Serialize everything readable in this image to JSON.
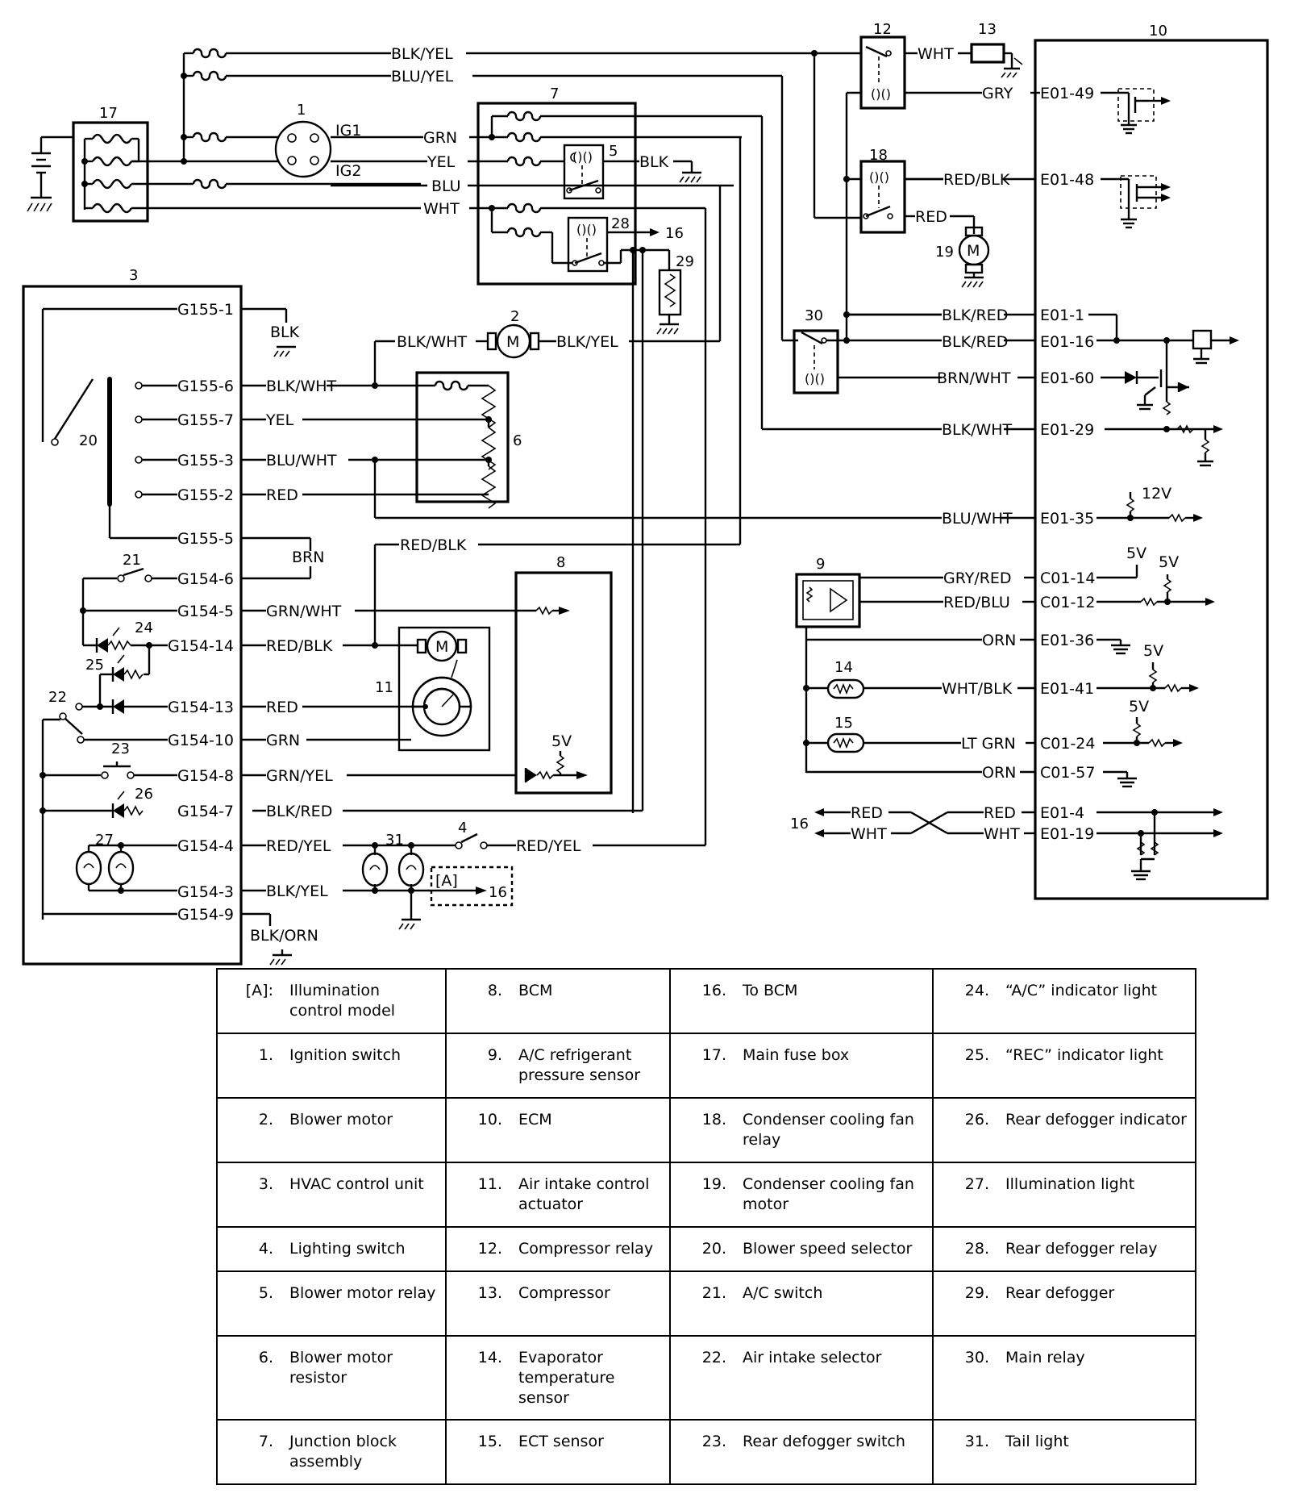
{
  "components": {
    "c1": "1",
    "c2": "2",
    "c3": "3",
    "c4": "4",
    "c5": "5",
    "c6": "6",
    "c7": "7",
    "c8": "8",
    "c9": "9",
    "c10": "10",
    "c11": "11",
    "c12": "12",
    "c13": "13",
    "c14": "14",
    "c15": "15",
    "c16": "16",
    "c17": "17",
    "c18": "18",
    "c19": "19",
    "c20": "20",
    "c21": "21",
    "c22": "22",
    "c23": "23",
    "c24": "24",
    "c25": "25",
    "c26": "26",
    "c27": "27",
    "c28": "28",
    "c29": "29",
    "c30": "30",
    "c31": "31",
    "cA": "[A]"
  },
  "wires": {
    "blk_yel": "BLK/YEL",
    "blu_yel": "BLU/YEL",
    "grn": "GRN",
    "yel": "YEL",
    "blu": "BLU",
    "wht": "WHT",
    "blk": "BLK",
    "gry": "GRY",
    "red_blk": "RED/BLK",
    "red": "RED",
    "blk_red": "BLK/RED",
    "brn_wht": "BRN/WHT",
    "blk_wht": "BLK/WHT",
    "blu_wht": "BLU/WHT",
    "brn": "BRN",
    "grn_wht": "GRN/WHT",
    "grn_yel": "GRN/YEL",
    "red_yel": "RED/YEL",
    "blk_orn": "BLK/ORN",
    "gry_red": "GRY/RED",
    "red_blu": "RED/BLU",
    "orn": "ORN",
    "wht_blk": "WHT/BLK",
    "lt_grn": "LT GRN"
  },
  "labels": {
    "ig1": "IG1",
    "ig2": "IG2",
    "m": "M",
    "v12": "12V",
    "v5": "5V"
  },
  "pins_hvac": {
    "g155_1": "G155-1",
    "g155_6": "G155-6",
    "g155_7": "G155-7",
    "g155_3": "G155-3",
    "g155_2": "G155-2",
    "g155_5": "G155-5",
    "g154_6": "G154-6",
    "g154_5": "G154-5",
    "g154_14": "G154-14",
    "g154_13": "G154-13",
    "g154_10": "G154-10",
    "g154_8": "G154-8",
    "g154_7": "G154-7",
    "g154_4": "G154-4",
    "g154_3": "G154-3",
    "g154_9": "G154-9"
  },
  "pins_ecm": {
    "e01_49": "E01-49",
    "e01_48": "E01-48",
    "e01_1": "E01-1",
    "e01_16": "E01-16",
    "e01_60": "E01-60",
    "e01_29": "E01-29",
    "e01_35": "E01-35",
    "c01_14": "C01-14",
    "c01_12": "C01-12",
    "e01_36": "E01-36",
    "e01_41": "E01-41",
    "c01_24": "C01-24",
    "c01_57": "C01-57",
    "e01_4": "E01-4",
    "e01_19": "E01-19"
  },
  "legend": [
    [
      {
        "k": "[A]:",
        "v": "Illumination control model"
      },
      {
        "k": "8.",
        "v": "BCM"
      },
      {
        "k": "16.",
        "v": "To BCM"
      },
      {
        "k": "24.",
        "v": "“A/C” indicator light"
      }
    ],
    [
      {
        "k": "1.",
        "v": "Ignition switch"
      },
      {
        "k": "9.",
        "v": "A/C refrigerant pressure sensor"
      },
      {
        "k": "17.",
        "v": "Main fuse box"
      },
      {
        "k": "25.",
        "v": "“REC” indicator light"
      }
    ],
    [
      {
        "k": "2.",
        "v": "Blower motor"
      },
      {
        "k": "10.",
        "v": "ECM"
      },
      {
        "k": "18.",
        "v": "Condenser cooling fan relay"
      },
      {
        "k": "26.",
        "v": "Rear defogger indicator"
      }
    ],
    [
      {
        "k": "3.",
        "v": "HVAC control unit"
      },
      {
        "k": "11.",
        "v": "Air intake control actuator"
      },
      {
        "k": "19.",
        "v": "Condenser cooling fan motor"
      },
      {
        "k": "27.",
        "v": "Illumination light"
      }
    ],
    [
      {
        "k": "4.",
        "v": "Lighting switch"
      },
      {
        "k": "12.",
        "v": "Compressor relay"
      },
      {
        "k": "20.",
        "v": "Blower speed selector"
      },
      {
        "k": "28.",
        "v": "Rear defogger relay"
      }
    ],
    [
      {
        "k": "5.",
        "v": "Blower motor relay"
      },
      {
        "k": "13.",
        "v": "Compressor"
      },
      {
        "k": "21.",
        "v": "A/C switch"
      },
      {
        "k": "29.",
        "v": "Rear defogger"
      }
    ],
    [
      {
        "k": "6.",
        "v": "Blower motor resistor"
      },
      {
        "k": "14.",
        "v": "Evaporator temperature sensor"
      },
      {
        "k": "22.",
        "v": "Air intake selector"
      },
      {
        "k": "30.",
        "v": "Main relay"
      }
    ],
    [
      {
        "k": "7.",
        "v": "Junction block assembly"
      },
      {
        "k": "15.",
        "v": "ECT sensor"
      },
      {
        "k": "23.",
        "v": "Rear defogger switch"
      },
      {
        "k": "31.",
        "v": "Tail light"
      }
    ]
  ]
}
